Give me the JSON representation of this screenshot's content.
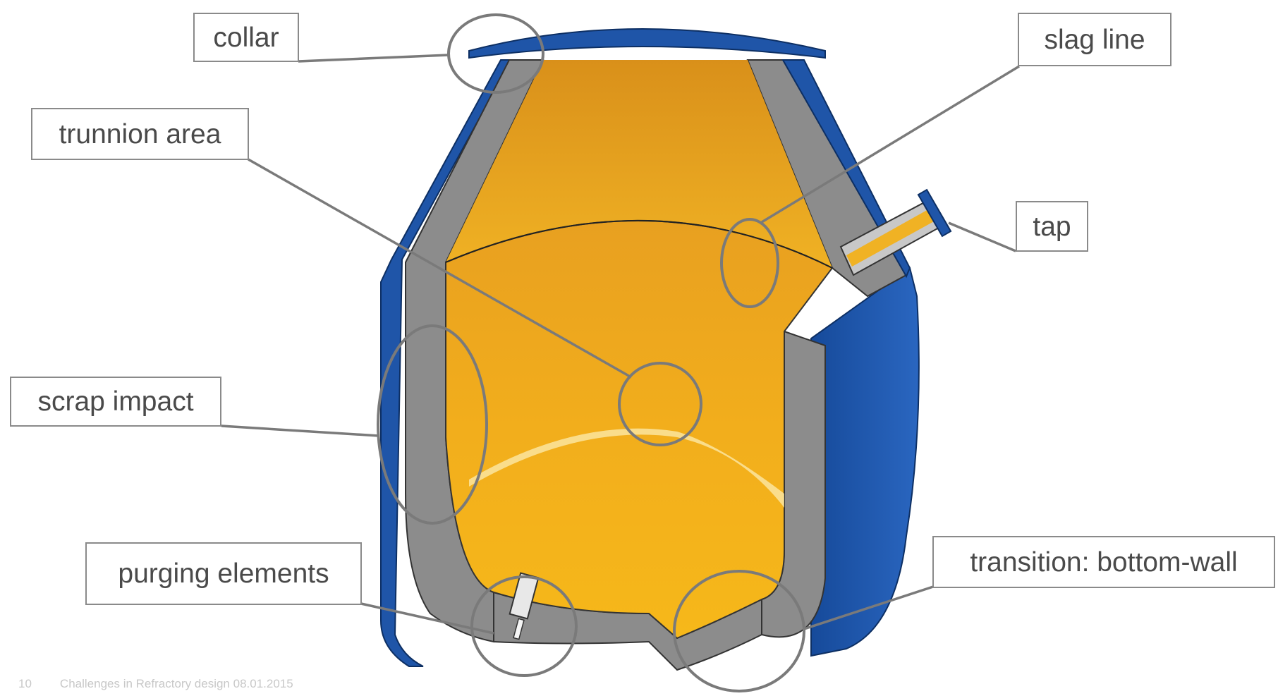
{
  "labels": {
    "collar": "collar",
    "slag_line": "slag line",
    "trunnion_area": "trunnion area",
    "tap": "tap",
    "scrap_impact": "scrap impact",
    "purging_elements": "purging elements",
    "transition": "transition: bottom-wall"
  },
  "footer": {
    "page_number": "10",
    "text": "Challenges in Refractory design   08.01.2015"
  },
  "colors": {
    "shell_blue": "#1f55a8",
    "lining_gray": "#8c8c8c",
    "steel_orange": "#f0a818",
    "callout_gray": "#7a7a7a"
  }
}
